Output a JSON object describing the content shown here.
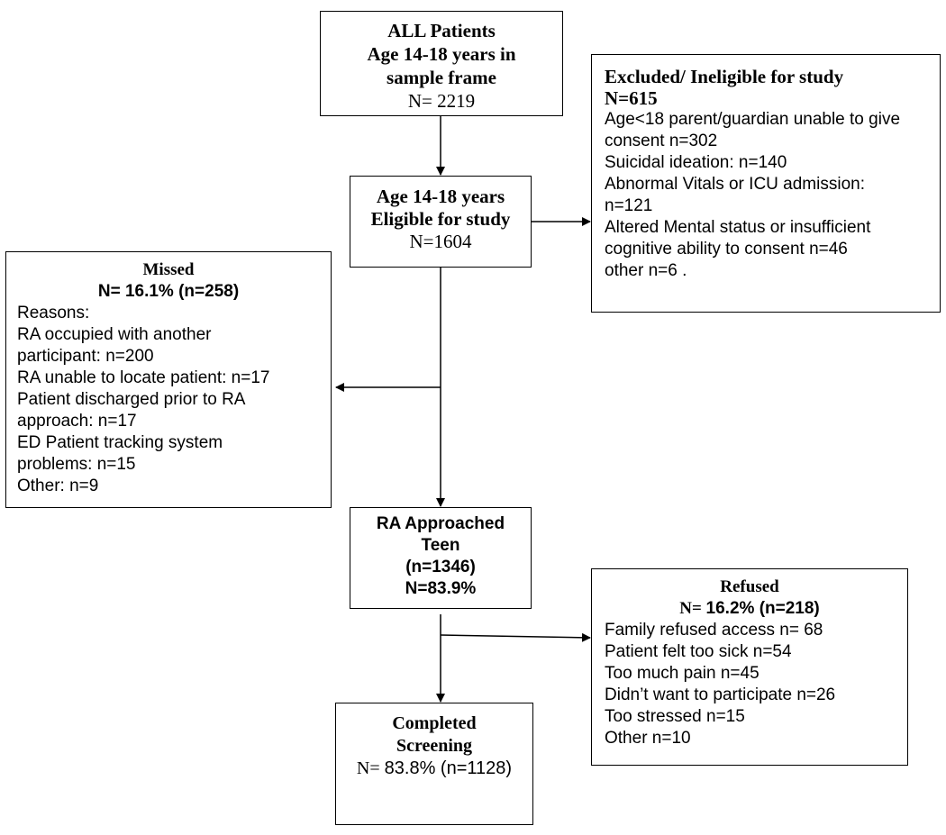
{
  "boxes": {
    "all_patients": {
      "title_lines": [
        "ALL Patients",
        "Age 14-18 years in",
        "sample frame"
      ],
      "count": "N= 2219"
    },
    "eligible": {
      "title_lines": [
        "Age 14-18 years",
        "Eligible for study"
      ],
      "count": "N=1604"
    },
    "excluded": {
      "title": "Excluded/ Ineligible for study",
      "count": "N=615",
      "lines": [
        "Age<18 parent/guardian unable to give",
        "consent n=302",
        "Suicidal ideation: n=140",
        "Abnormal Vitals or ICU admission:",
        "n=121",
        "Altered Mental status or insufficient",
        "cognitive ability to consent n=46",
        "other n=6 ."
      ]
    },
    "missed": {
      "title": "Missed",
      "count": "N= 16.1% (n=258)",
      "lines": [
        "Reasons:",
        "RA occupied with another",
        "participant: n=200",
        "RA unable to locate patient: n=17",
        "Patient discharged prior to RA",
        "approach: n=17",
        "ED Patient tracking system",
        "problems: n=15",
        "Other: n=9"
      ]
    },
    "approached": {
      "lines": [
        "RA Approached",
        "Teen",
        "(n=1346)",
        "N=83.9%"
      ]
    },
    "refused": {
      "title": "Refused",
      "count_prefix": "N= ",
      "count_value": "16.2% (n=218)",
      "lines": [
        "Family refused access n= 68",
        "Patient felt too sick n=54",
        "Too much pain n=45",
        "Didn’t want to participate n=26",
        "Too stressed n=15",
        "Other n=10"
      ]
    },
    "completed": {
      "title_lines": [
        "Completed",
        "Screening"
      ],
      "count_prefix": "N= ",
      "count_value": "83.8% (n=1128)"
    }
  }
}
